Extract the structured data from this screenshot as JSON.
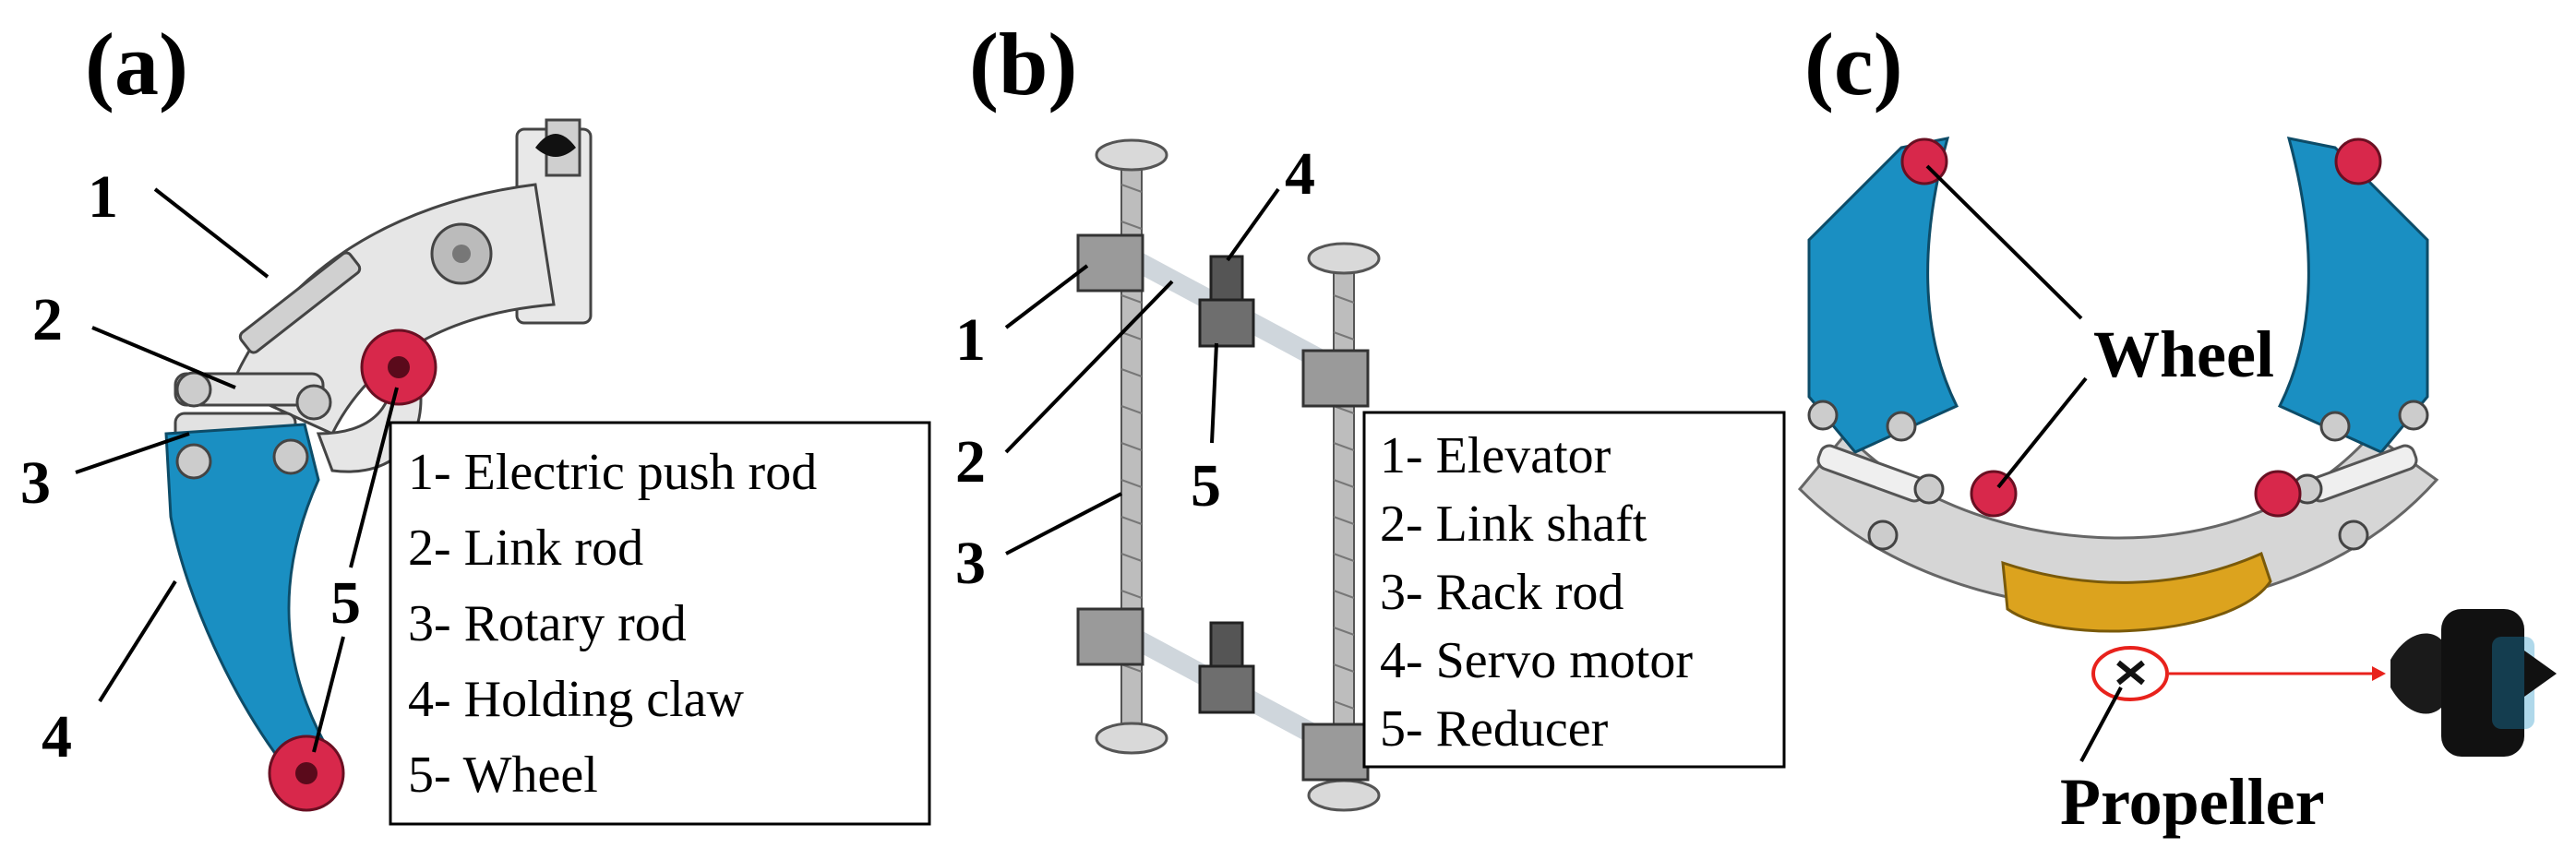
{
  "panels": {
    "a": {
      "letter": "(a)",
      "numbers": [
        "1",
        "2",
        "3",
        "4",
        "5"
      ],
      "legend": [
        "1- Electric push rod",
        "2- Link rod",
        "3- Rotary rod",
        "4- Holding claw",
        "5- Wheel"
      ]
    },
    "b": {
      "letter": "(b)",
      "numbers": [
        "1",
        "2",
        "3",
        "4",
        "5"
      ],
      "legend": [
        "1- Elevator",
        "2- Link shaft",
        "3- Rack rod",
        "4- Servo motor",
        "5- Reducer"
      ]
    },
    "c": {
      "letter": "(c)",
      "labels": {
        "wheel": "Wheel",
        "propeller": "Propeller"
      }
    }
  },
  "colors": {
    "claw_blue": "#1a8fc2",
    "wheel_red": "#d8284b",
    "frame_gray": "#d6d6d6",
    "bar_gold": "#dca31e",
    "callout_red": "#e8221c"
  }
}
